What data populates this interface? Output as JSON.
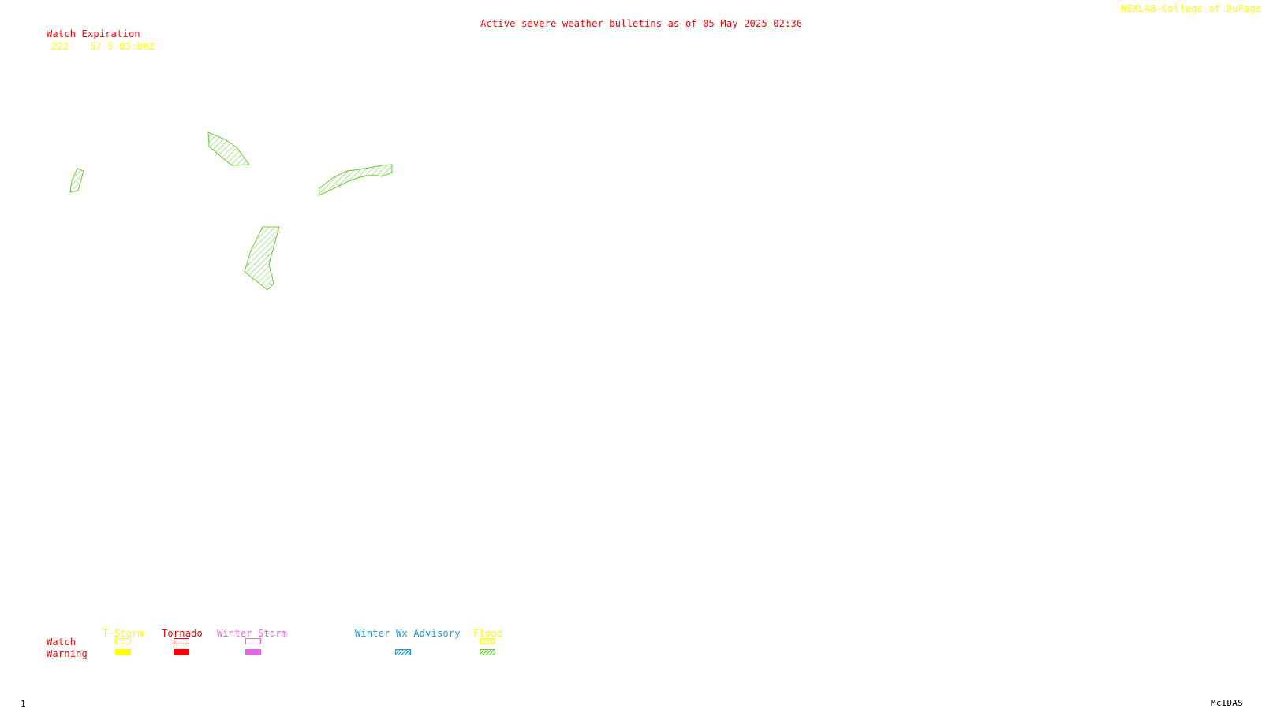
{
  "header": {
    "title": "Active severe weather bulletins as of 05 May 2025 02:36",
    "credit": "NEXLAB-College of DuPage R"
  },
  "watch_list": {
    "heading": "Watch Expiration",
    "entries": [
      {
        "number": "222",
        "expiration": "5/ 5 03:00Z"
      }
    ]
  },
  "map": {
    "polygons": [
      {
        "type": "flood-warning",
        "color": "#66cc33"
      },
      {
        "type": "flood-warning",
        "color": "#66cc33"
      },
      {
        "type": "flood-warning",
        "color": "#66cc33"
      },
      {
        "type": "flood-warning",
        "color": "#66cc33"
      }
    ]
  },
  "legend": {
    "row_labels": {
      "watch": "Watch",
      "warning": "Warning"
    },
    "columns": [
      {
        "label": "T-Storm",
        "color": "#ffff00",
        "watch_style": "outline",
        "warning_style": "solid"
      },
      {
        "label": "Tornado",
        "color": "#ff0000",
        "watch_style": "outline",
        "warning_style": "solid"
      },
      {
        "label": "Winter Storm",
        "color": "#e066e0",
        "watch_style": "outline",
        "warning_style": "solid"
      },
      {
        "label": "Winter Wx Advisory",
        "color": "#1a9ae6",
        "watch_style": "none",
        "warning_style": "hatched"
      },
      {
        "label": "Flood",
        "color": "#ffff00",
        "watch_style": "hatched",
        "warning_style": "hatched"
      }
    ],
    "flood_warning_color": "#66cc33"
  },
  "footer": {
    "frame_number": "1",
    "software": "McIDAS"
  },
  "colors": {
    "background": "#ffffff",
    "title": "#ff0000",
    "credit": "#ffff00"
  }
}
